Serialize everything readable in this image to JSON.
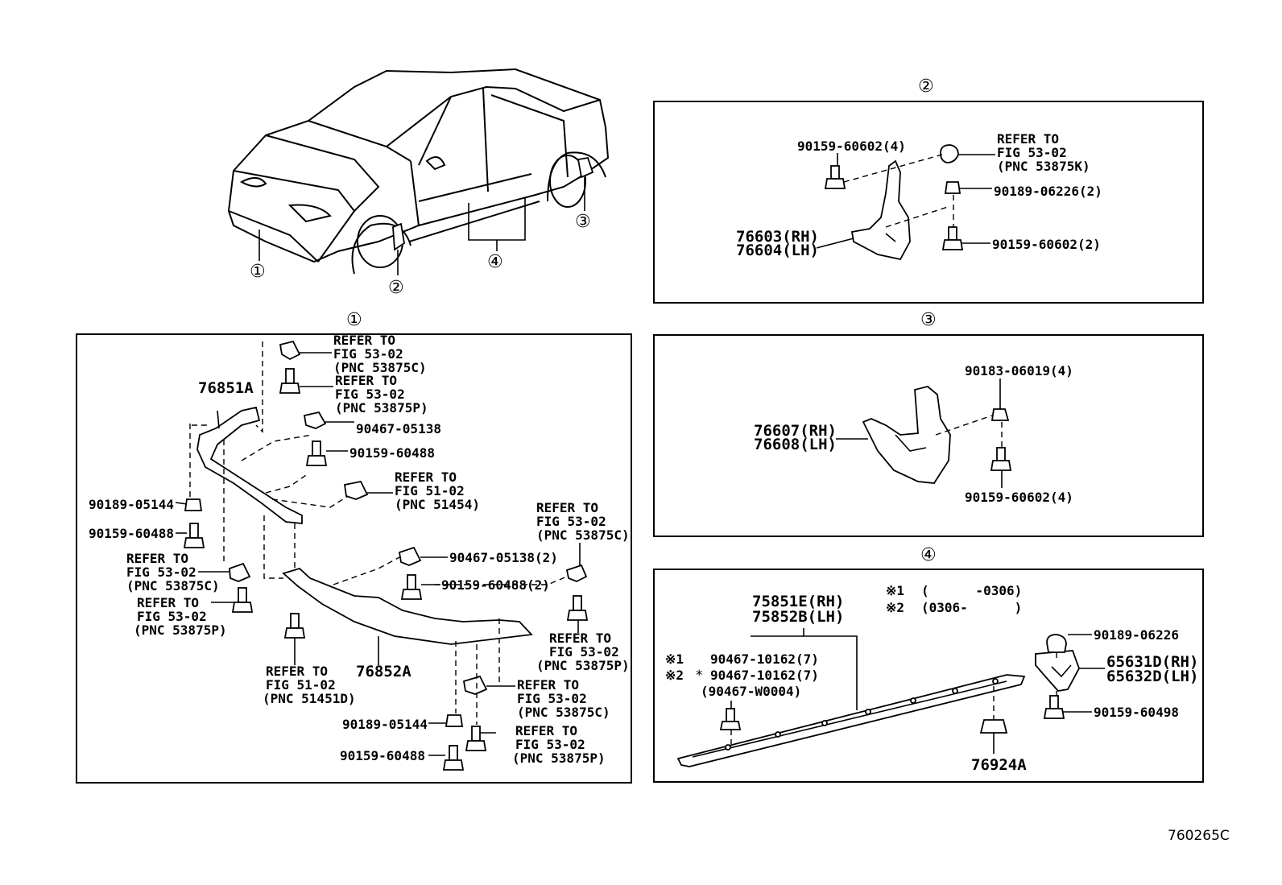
{
  "sections": {
    "s1": "①",
    "s2": "②",
    "s3": "③",
    "s4": "④"
  },
  "car_callouts": {
    "c1": "①",
    "c2": "②",
    "c3": "③",
    "c4": "④"
  },
  "sec1": {
    "ref_a": [
      "REFER TO",
      "FIG 53-02",
      "(PNC 53875C)"
    ],
    "ref_b": [
      "REFER TO",
      "FIG 53-02",
      "(PNC 53875P)"
    ],
    "p_76851A": "76851A",
    "p_9046705138": "90467-05138",
    "p_9015960488_top": "90159-60488",
    "ref_c": [
      "REFER TO",
      "FIG 51-02",
      "(PNC 51454)"
    ],
    "p_9018905144_left": "90189-05144",
    "p_9015960488_left": "90159-60488",
    "ref_d": [
      "REFER TO",
      "FIG 53-02",
      "(PNC 53875C)"
    ],
    "ref_e": [
      "REFER TO",
      "FIG 53-02",
      "(PNC 53875P)"
    ],
    "ref_f": [
      "REFER TO",
      "FIG 53-02",
      "(PNC 53875C)"
    ],
    "p_9046705138_2": "90467-05138(2)",
    "p_9015960488_2": "90159-60488(2)",
    "ref_g": [
      "REFER TO",
      "FIG 53-02",
      "(PNC 53875P)"
    ],
    "ref_h": [
      "REFER TO",
      "FIG 51-02",
      "(PNC 51451D)"
    ],
    "p_76852A": "76852A",
    "ref_i": [
      "REFER TO",
      "FIG 53-02",
      "(PNC 53875C)"
    ],
    "p_9018905144_bot": "90189-05144",
    "p_9015960488_bot": "90159-60488",
    "ref_j": [
      "REFER TO",
      "FIG 53-02",
      "(PNC 53875P)"
    ]
  },
  "sec2": {
    "p_9015960602_4": "90159-60602(4)",
    "ref": [
      "REFER TO",
      "FIG 53-02",
      "(PNC 53875K)"
    ],
    "p_9018906226_2": "90189-06226(2)",
    "p_76603": "76603(RH)",
    "p_76604": "76604(LH)",
    "p_9015960602_2": "90159-60602(2)"
  },
  "sec3": {
    "p_9018306019": "90183-06019(4)",
    "p_76607": "76607(RH)",
    "p_76608": "76608(LH)",
    "p_9015960602": "90159-60602(4)"
  },
  "sec4": {
    "note1_mark": "※1",
    "note1_text": "(      -0306)",
    "note2_mark": "※2",
    "note2_text": "(0306-      )",
    "p_75851E": "75851E(RH)",
    "p_75852B": "75852B(LH)",
    "row1_mark": "※1",
    "row1_part": "90467-10162(7)",
    "row2_mark": "※2",
    "row2_star": "*",
    "row2_part": "90467-10162(7)",
    "row3_part": "(90467-W0004)",
    "p_9018906226": "90189-06226",
    "p_65631D": "65631D(RH)",
    "p_65632D": "65632D(LH)",
    "p_9015960498": "90159-60498",
    "p_76924A": "76924A"
  },
  "figure_code": "760265C"
}
